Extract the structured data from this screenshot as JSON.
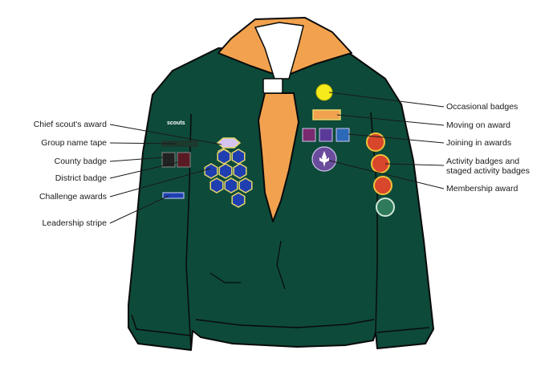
{
  "diagram": {
    "subject": "scout-jumper-badge-placement",
    "colors": {
      "jumper": "#0d4a3a",
      "jumper_outline": "#0a0a0a",
      "necker": "#f2a24e",
      "woggle": "#ffffff",
      "hexagon": "#1f3fb0",
      "hexagon_border": "#e8d76a",
      "membership_badge": "#6a4c9c",
      "occasional_badge": "#f5ea1b",
      "activity_badge": "#d8462c"
    },
    "logo_text": "scouts",
    "labels_left": [
      "Chief scout's award",
      "Group name tape",
      "County badge",
      "District badge",
      "Challenge awards",
      "Leadership stripe"
    ],
    "labels_right": [
      "Occasional badges",
      "Moving on award",
      "Joining in awards",
      "Activity badges and",
      "staged activity badges",
      "Membership award"
    ]
  }
}
